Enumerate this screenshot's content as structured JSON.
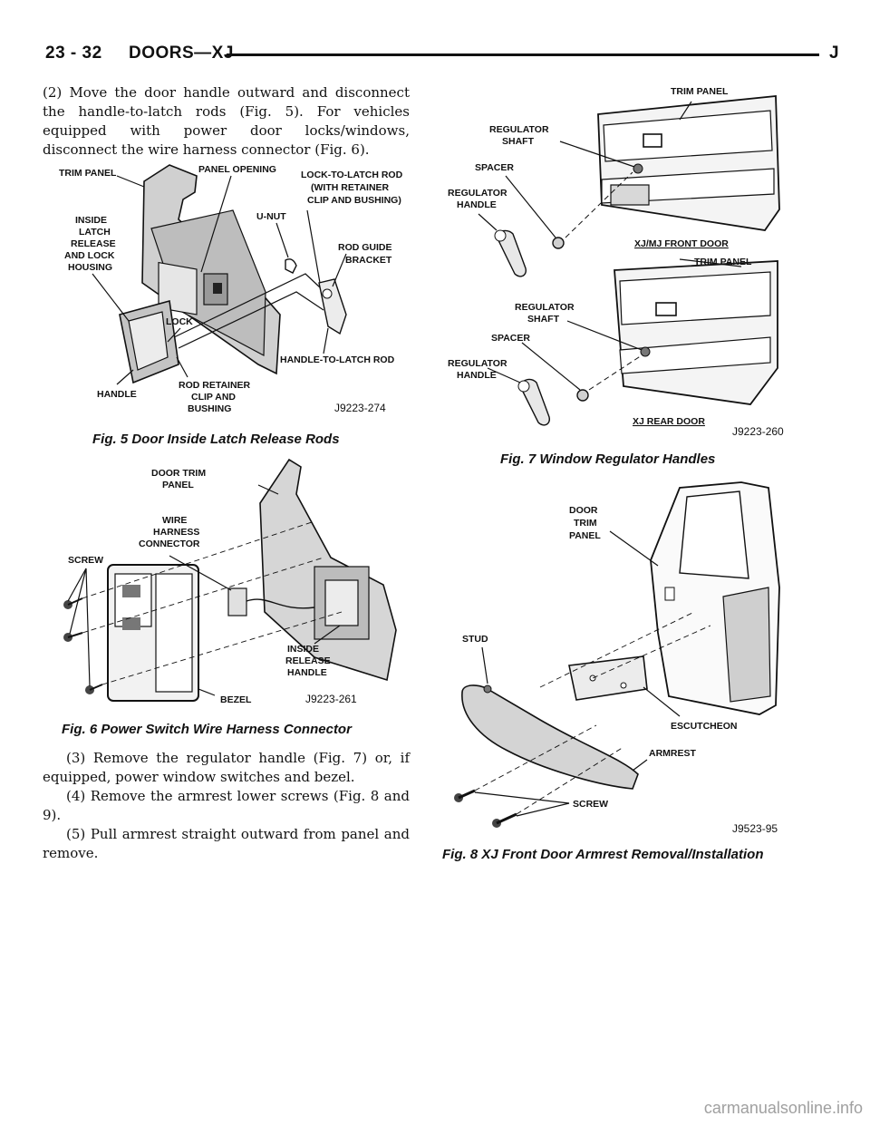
{
  "header": {
    "page": "23 - 32",
    "title": "DOORS—XJ",
    "section": "J"
  },
  "left_text": {
    "p1": "(2) Move the door handle outward and disconnect the handle-to-latch rods (Fig. 5). For vehicles equipped with power door locks/windows, disconnect the wire harness connector (Fig. 6).",
    "p3": "(3) Remove the regulator handle (Fig. 7) or, if equipped, power window switches and bezel.",
    "p4": "(4) Remove the armrest lower screws (Fig. 8 and 9).",
    "p5": "(5) Pull armrest straight outward from panel and remove."
  },
  "fig5": {
    "caption": "Fig. 5 Door Inside Latch Release Rods",
    "id": "J9223-274",
    "labels": {
      "trim_panel": "TRIM PANEL",
      "panel_opening": "PANEL OPENING",
      "lock_to_latch_1": "LOCK-TO-LATCH ROD",
      "lock_to_latch_2": "(WITH RETAINER",
      "lock_to_latch_3": "CLIP AND BUSHING)",
      "u_nut": "U-NUT",
      "inside_1": "INSIDE",
      "inside_2": "LATCH",
      "inside_3": "RELEASE",
      "inside_4": "AND LOCK",
      "inside_5": "HOUSING",
      "rod_guide_1": "ROD GUIDE",
      "rod_guide_2": "BRACKET",
      "lock": "LOCK",
      "handle_to_latch": "HANDLE-TO-LATCH ROD",
      "handle": "HANDLE",
      "retainer_1": "ROD RETAINER",
      "retainer_2": "CLIP AND",
      "retainer_3": "BUSHING"
    }
  },
  "fig6": {
    "caption": "Fig. 6 Power Switch Wire Harness Connector",
    "id": "J9223-261",
    "labels": {
      "door_trim_1": "DOOR TRIM",
      "door_trim_2": "PANEL",
      "wire_1": "WIRE",
      "wire_2": "HARNESS",
      "wire_3": "CONNECTOR",
      "screw": "SCREW",
      "inside_1": "INSIDE",
      "inside_2": "RELEASE",
      "inside_3": "HANDLE",
      "bezel": "BEZEL"
    }
  },
  "fig7": {
    "caption": "Fig. 7 Window Regulator Handles",
    "id": "J9223-260",
    "labels": {
      "trim_panel": "TRIM PANEL",
      "reg_shaft_1": "REGULATOR",
      "reg_shaft_2": "SHAFT",
      "spacer": "SPACER",
      "reg_handle_1": "REGULATOR",
      "reg_handle_2": "HANDLE",
      "front_door": "XJ/MJ FRONT DOOR",
      "rear_door": "XJ REAR DOOR"
    }
  },
  "fig8": {
    "caption": "Fig. 8 XJ Front Door Armrest Removal/Installation",
    "id": "J9523-95",
    "labels": {
      "door_trim_1": "DOOR",
      "door_trim_2": "TRIM",
      "door_trim_3": "PANEL",
      "stud": "STUD",
      "escutcheon": "ESCUTCHEON",
      "armrest": "ARMREST",
      "screw": "SCREW"
    }
  },
  "watermark": "carmanualsonline.info"
}
